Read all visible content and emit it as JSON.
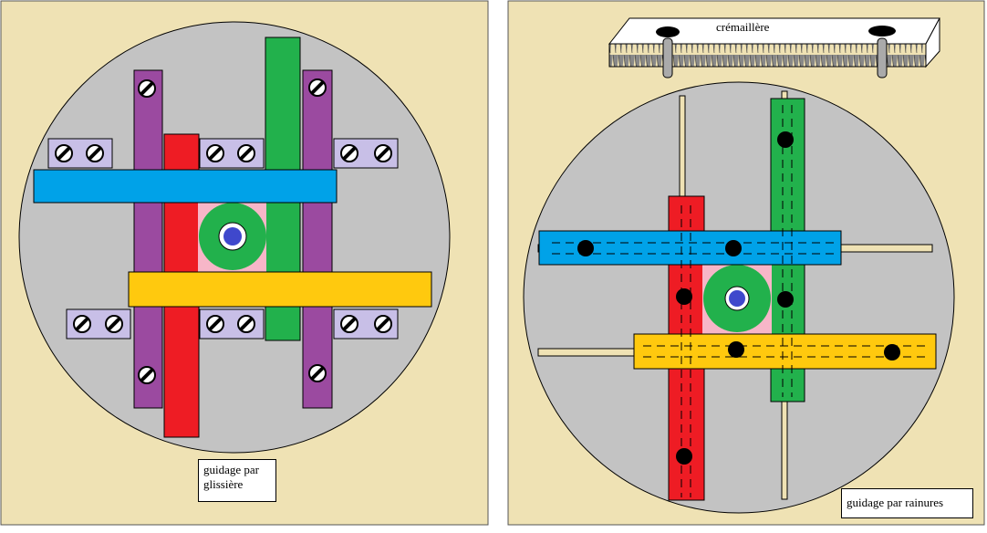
{
  "labels": {
    "left_caption": "guidage par glissière",
    "right_caption": "guidage par rainures",
    "rack_caption": "crémaillère"
  },
  "colors": {
    "background": "#efe2b4",
    "disc": "#c3c3c3",
    "purple": "#9b4aa0",
    "red": "#ee1c24",
    "green": "#22b14c",
    "blue": "#00a2e8",
    "yellow": "#ffc90e",
    "pink": "#f7b6c8",
    "plate": "#c8bfe7",
    "axle": "#3f48cc"
  }
}
